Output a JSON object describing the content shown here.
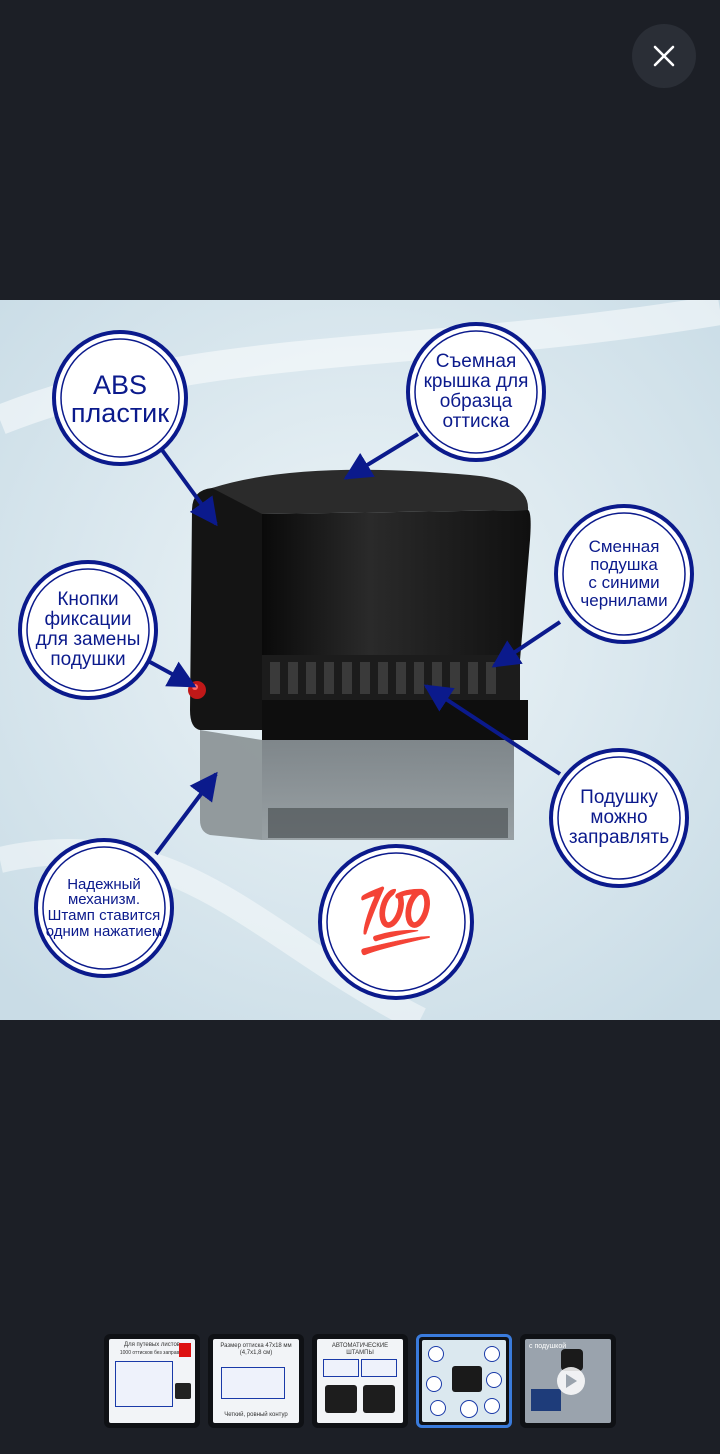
{
  "close": {
    "icon": "close-icon"
  },
  "callouts": {
    "abs": {
      "l1": "ABS",
      "l2": "пластик"
    },
    "lid": {
      "l1": "Съемная",
      "l2": "крышка для",
      "l3": "образца",
      "l4": "оттиска"
    },
    "buttons": {
      "l1": "Кнопки",
      "l2": "фиксации",
      "l3": "для замены",
      "l4": "подушки"
    },
    "pad": {
      "l1": "Сменная",
      "l2": "подушка",
      "l3": "с синими",
      "l4": "чернилами"
    },
    "refill": {
      "l1": "Подушку",
      "l2": "можно",
      "l3": "заправлять"
    },
    "mechanism": {
      "l1": "Надежный",
      "l2": "механизм.",
      "l3": "Штамп ставится",
      "l4": "одним нажатием"
    },
    "emoji": "💯"
  },
  "thumbnails": [
    {
      "label": "Для путевых листов",
      "sub": "1000 оттисков без заправки"
    },
    {
      "label": "Размер оттиска 47х18 мм (4,7х1,8 см)",
      "sub": "Четкий, ровный контур"
    },
    {
      "label": "АВТОМАТИЧЕСКИЕ ШТАМПЫ",
      "sub": ""
    },
    {
      "label": "",
      "sub": ""
    },
    {
      "label": "с подушкой",
      "sub": ""
    }
  ],
  "colors": {
    "background": "#1c1f26",
    "accent": "#3a7bdc",
    "callout": "#0b1a8c"
  }
}
